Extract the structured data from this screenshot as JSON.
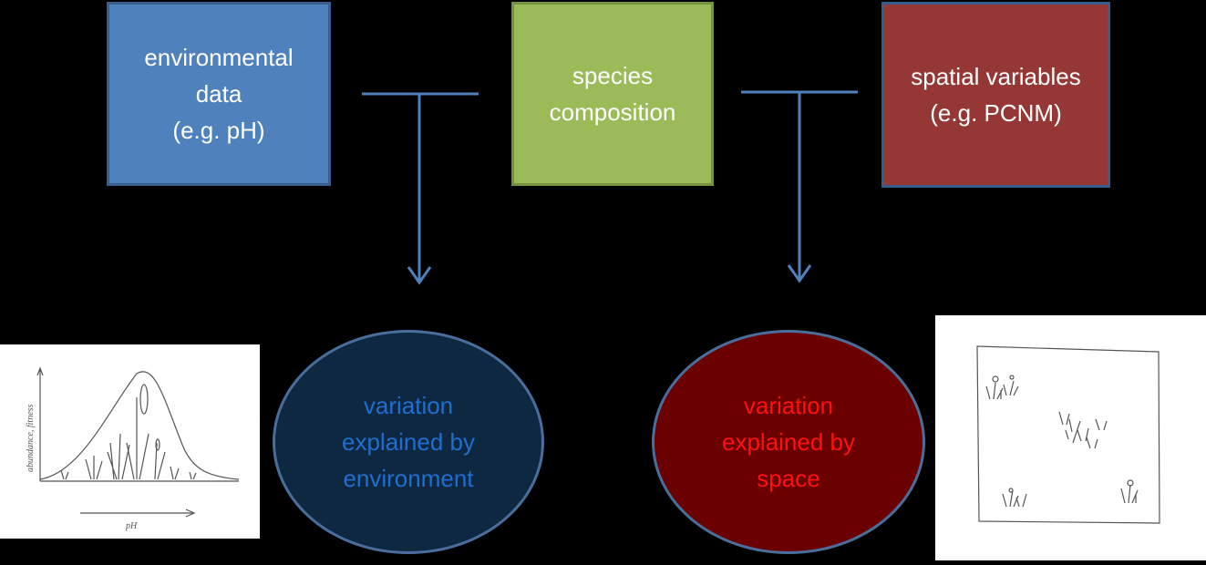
{
  "boxes": {
    "environmental": {
      "text": "environmental\ndata\n(e.g. pH)",
      "fill": "#4f81bd"
    },
    "species": {
      "text": "species\ncomposition",
      "fill": "#9bbb59"
    },
    "spatial": {
      "text": "spatial variables\n(e.g. PCNM)",
      "fill": "#953735"
    }
  },
  "ovals": {
    "environment": {
      "text": "variation\nexplained by\nenvironment",
      "text_color": "#1f6fd0",
      "fill": "#0e2841"
    },
    "space": {
      "text": "variation\nexplained by\nspace",
      "text_color": "#ff1010",
      "fill": "#6b0000"
    }
  },
  "connector_color": "#4f81bd",
  "sketches": {
    "ph_curve": {
      "y_axis_label": "abundance, fitness",
      "x_axis_label": "pH"
    }
  }
}
